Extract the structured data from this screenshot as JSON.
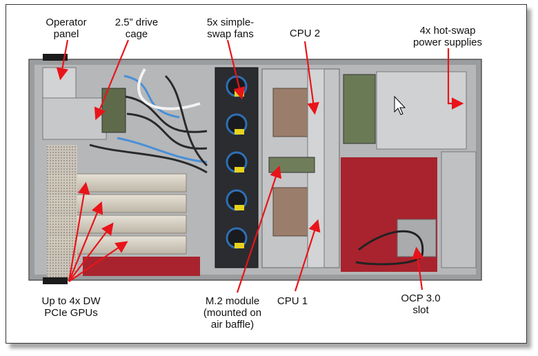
{
  "labels": {
    "operator_panel": [
      "Operator",
      "panel"
    ],
    "drive_cage": [
      "2.5” drive",
      "cage"
    ],
    "fans": [
      "5x simple-",
      "swap fans"
    ],
    "cpu2": "CPU 2",
    "power_supplies": [
      "4x hot-swap",
      "power supplies"
    ],
    "gpus": [
      "Up to 4x DW",
      "PCIe GPUs"
    ],
    "m2_module": [
      "M.2 module",
      "(mounted on",
      "air baffle)"
    ],
    "cpu1": "CPU 1",
    "ocp_slot": [
      "OCP 3.0",
      "slot"
    ]
  },
  "colors": {
    "arrow": "#e8141a",
    "chassis": "#9a9c9e",
    "motherboard": "#a8232e",
    "heatsink": "#9a7d6a",
    "gpu": "#d8d3c8",
    "fan": "#2a2c30",
    "fan_ring": "#2e6fb6",
    "fan_label": "#e7d21c"
  }
}
